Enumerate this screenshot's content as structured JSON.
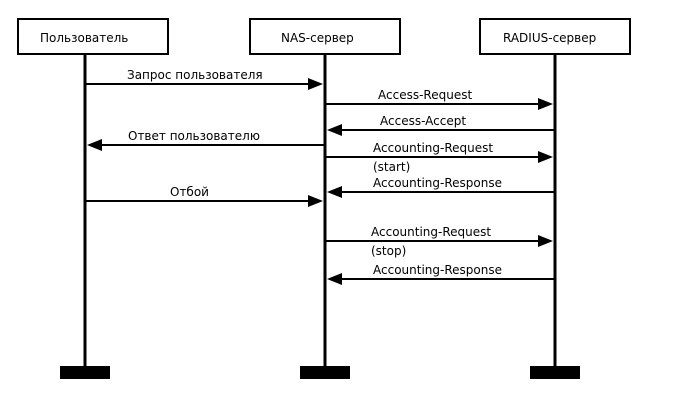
{
  "actors": [
    {
      "id": "user",
      "label": "Пользователь"
    },
    {
      "id": "nas",
      "label": "NAS-сервер"
    },
    {
      "id": "radius",
      "label": "RADIUS-сервер"
    }
  ],
  "messages": [
    {
      "from": "user",
      "to": "nas",
      "label": "Запрос пользователя",
      "sublabel": ""
    },
    {
      "from": "nas",
      "to": "radius",
      "label": "Access-Request",
      "sublabel": ""
    },
    {
      "from": "radius",
      "to": "nas",
      "label": "Access-Accept",
      "sublabel": ""
    },
    {
      "from": "nas",
      "to": "user",
      "label": "Ответ пользователю",
      "sublabel": ""
    },
    {
      "from": "nas",
      "to": "radius",
      "label": "Accounting-Request",
      "sublabel": "(start)"
    },
    {
      "from": "radius",
      "to": "nas",
      "label": "Accounting-Response",
      "sublabel": ""
    },
    {
      "from": "user",
      "to": "nas",
      "label": "Отбой",
      "sublabel": ""
    },
    {
      "from": "nas",
      "to": "radius",
      "label": "Accounting-Request",
      "sublabel": "(stop)"
    },
    {
      "from": "radius",
      "to": "nas",
      "label": "Accounting-Response",
      "sublabel": ""
    }
  ]
}
